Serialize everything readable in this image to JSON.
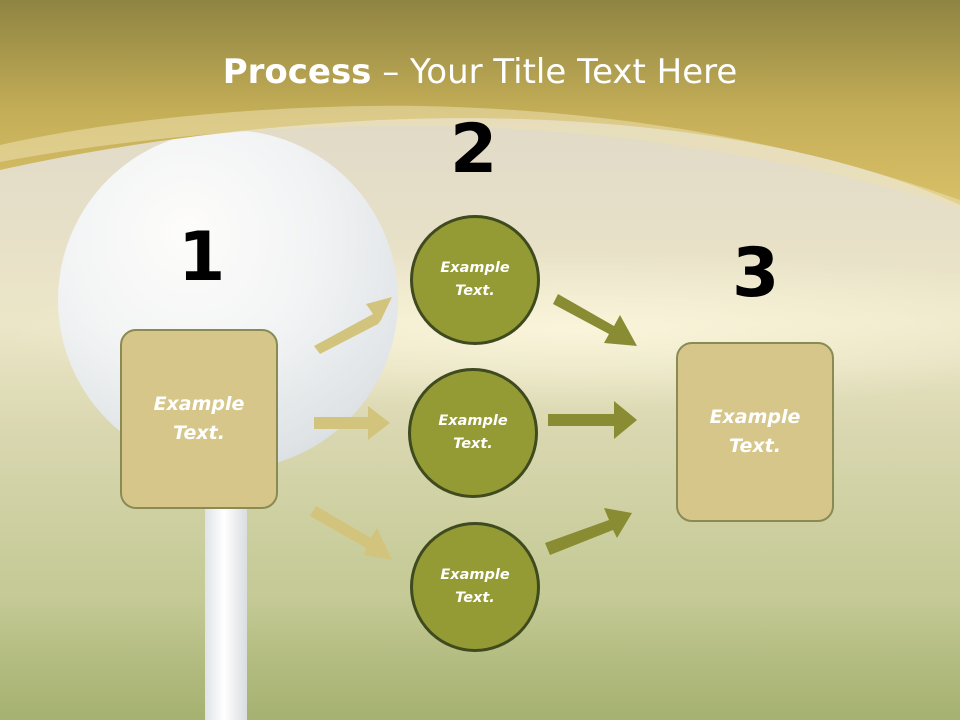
{
  "slide": {
    "title_bold": "Process",
    "title_rest": " – Your Title Text Here",
    "step_numbers": [
      "1",
      "2",
      "3"
    ],
    "left_box": "Example Text.",
    "circles": [
      "Example Text.",
      "Example Text.",
      "Example Text."
    ],
    "right_box": "Example Text."
  },
  "colors": {
    "header_gold": "#c7b25a",
    "box_fill": "#d6c689",
    "circle_fill": "#949a34",
    "arrow_light": "#d2c47c",
    "arrow_dark": "#8a8c34"
  }
}
